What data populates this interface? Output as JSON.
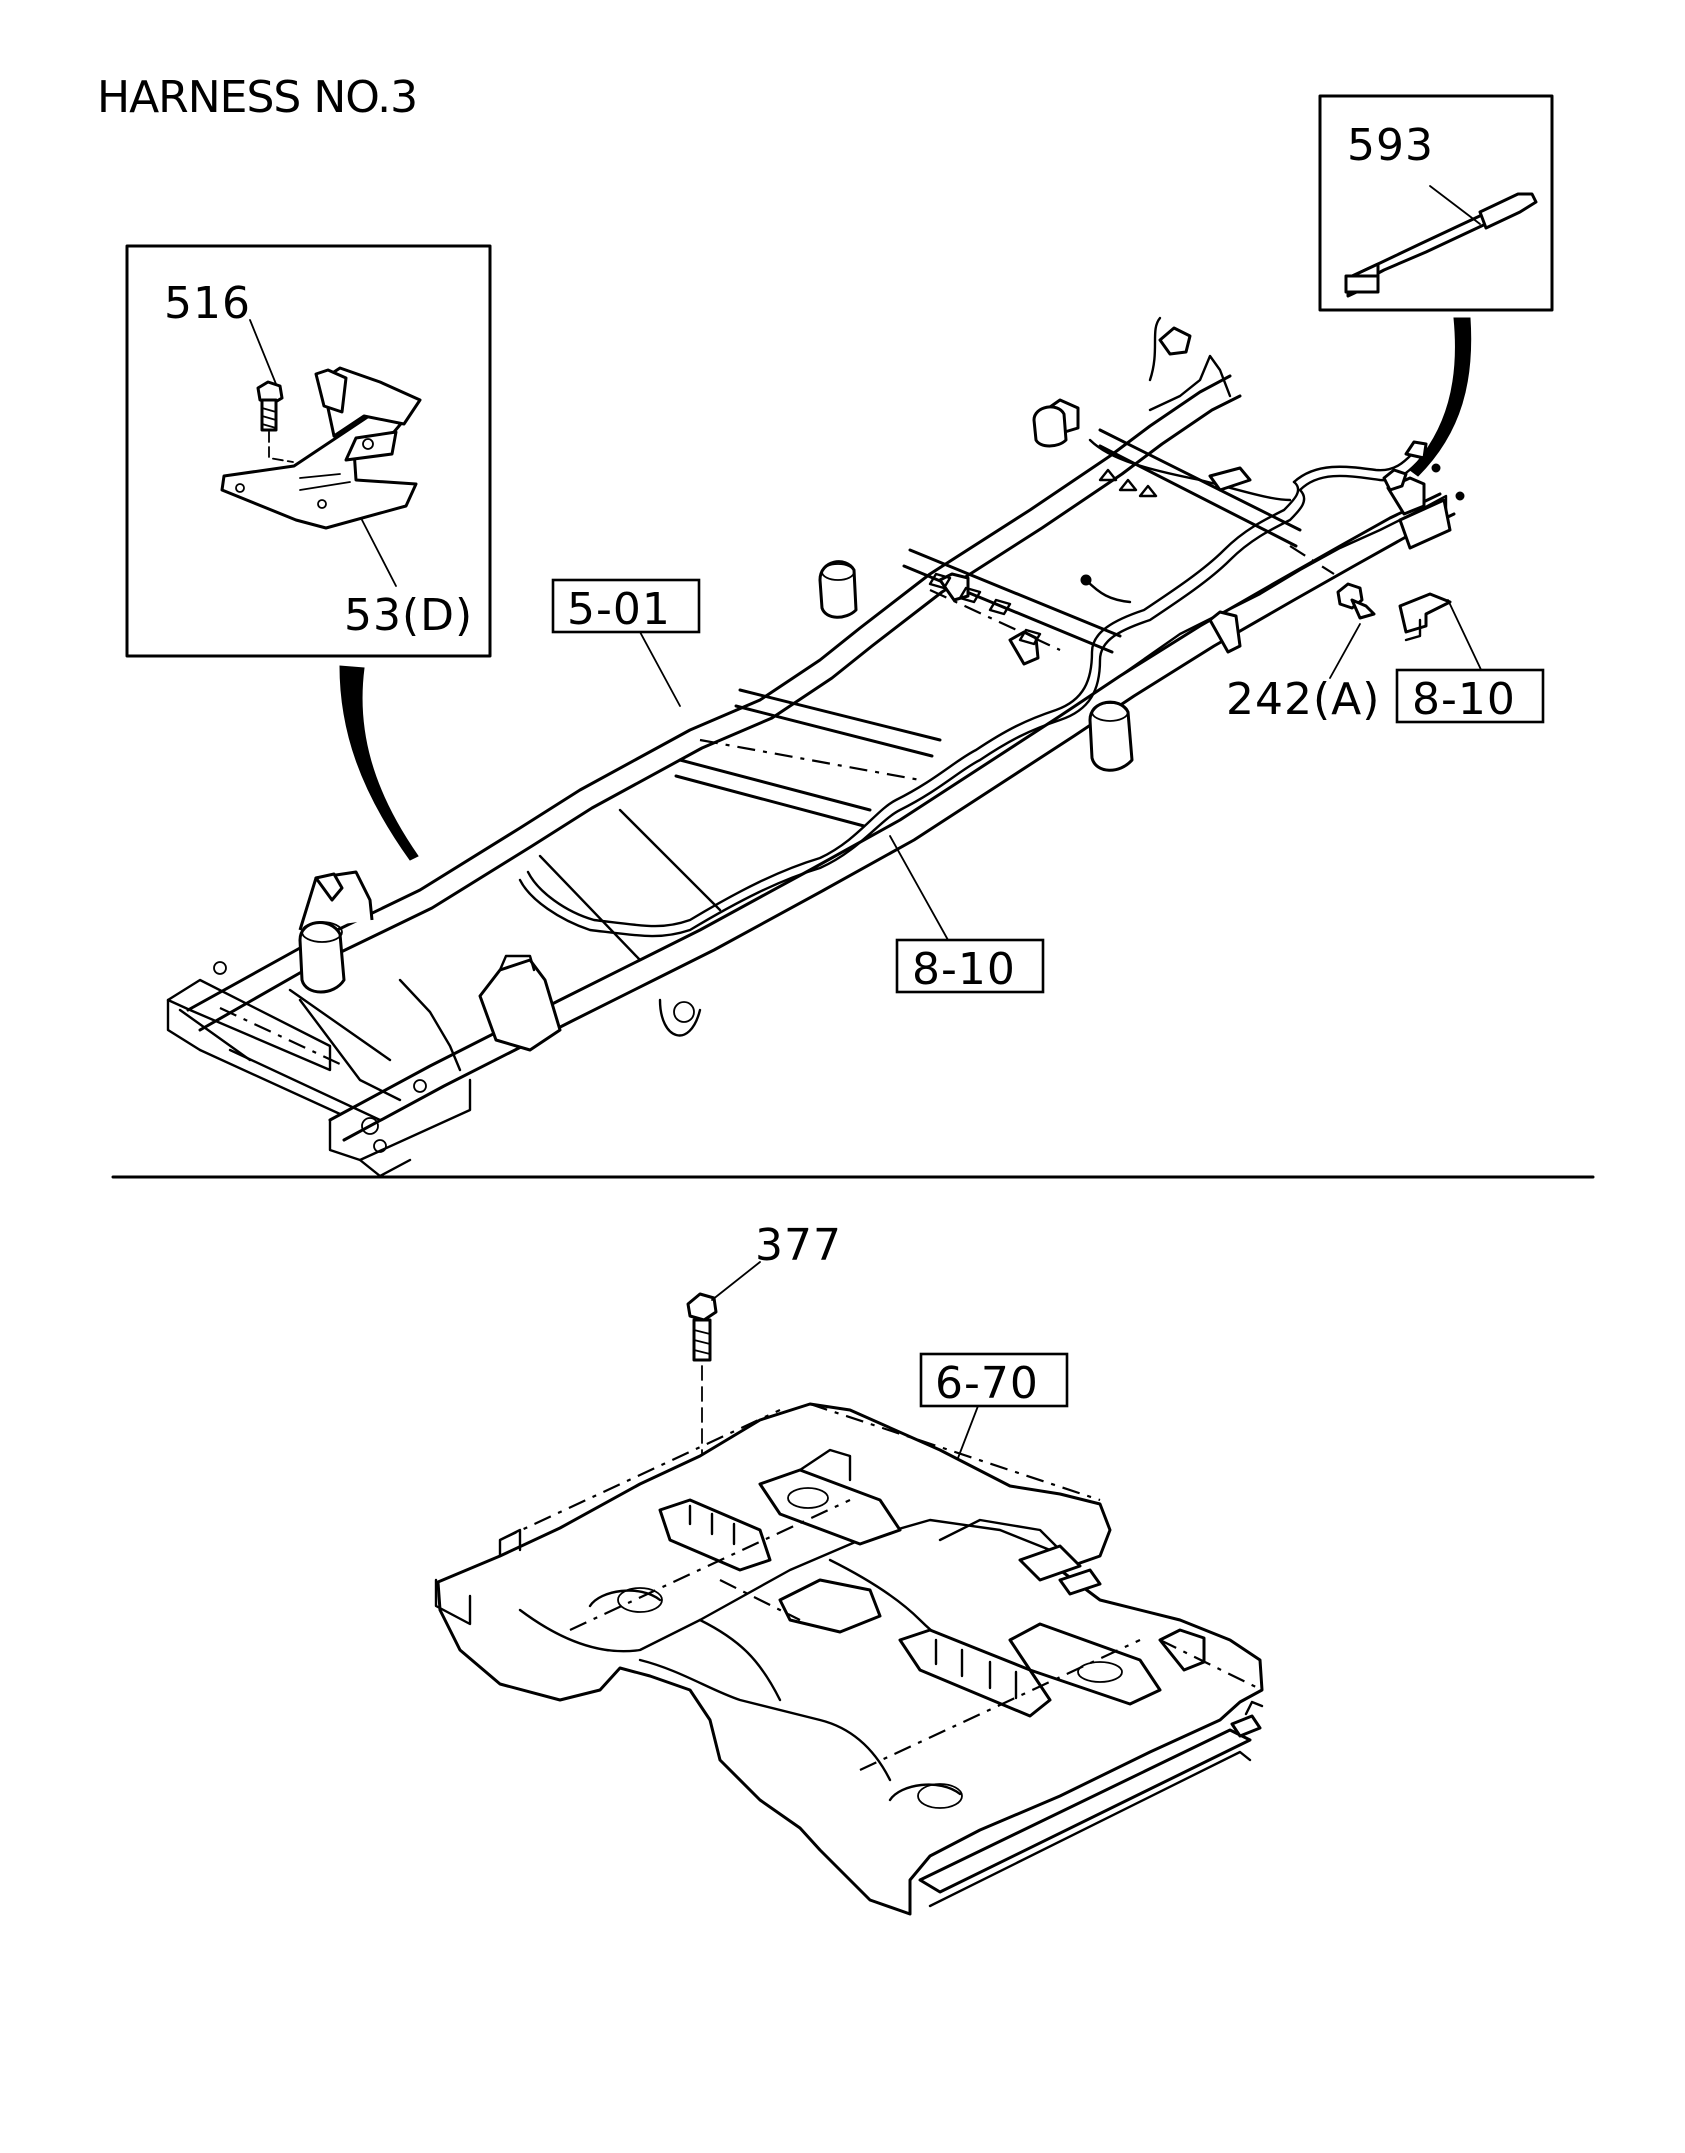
{
  "title": "HARNESS NO.3",
  "callouts": {
    "c516": "516",
    "c53d": "53(D)",
    "c593": "593",
    "c501": "5-01",
    "c810a": "8-10",
    "c810b": "8-10",
    "c242a": "242(A)",
    "c377": "377",
    "c670": "6-70"
  }
}
